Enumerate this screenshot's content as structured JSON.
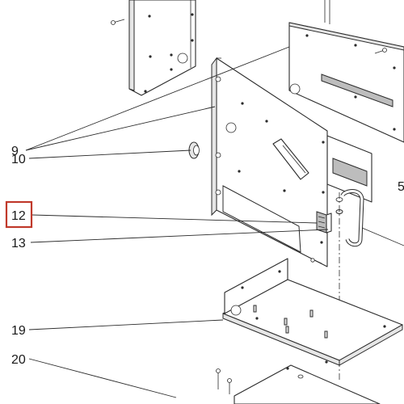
{
  "diagram": {
    "callouts": [
      {
        "label": "9"
      },
      {
        "label": "10"
      },
      {
        "label": "12",
        "highlighted": true
      },
      {
        "label": "13"
      },
      {
        "label": "19"
      },
      {
        "label": "20"
      }
    ],
    "partial_edge_label": "5",
    "highlight_color": "#c0392b",
    "line_color": "#2b2b2b"
  }
}
